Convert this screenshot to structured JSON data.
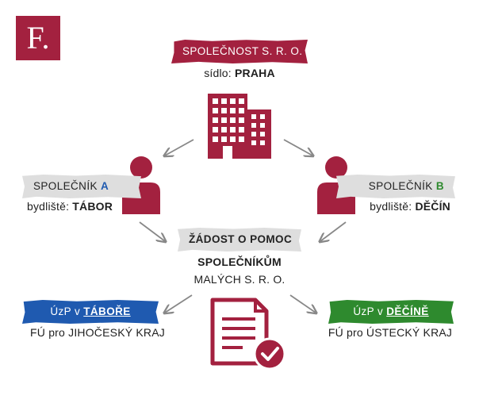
{
  "logo": {
    "text": "F."
  },
  "company": {
    "name": "SPOLEČNOST S. R. O.",
    "seat_label": "sídlo:",
    "seat_value": "PRAHA"
  },
  "partner_a": {
    "prefix": "SPOLEČNÍK",
    "letter": "A",
    "residence_label": "bydliště:",
    "residence_value": "TÁBOR"
  },
  "partner_b": {
    "prefix": "SPOLEČNÍK",
    "letter": "B",
    "residence_label": "bydliště:",
    "residence_value": "DĚČÍN"
  },
  "application": {
    "line1": "ŽÁDOST O POMOC",
    "line2": "SPOLEČNÍKŮM",
    "line3": "MALÝCH S. R. O."
  },
  "office_tabor": {
    "prefix": "ÚzP v",
    "place": "TÁBOŘE",
    "detail": "FÚ pro JIHOČESKÝ KRAJ"
  },
  "office_decin": {
    "prefix": "ÚzP v",
    "place": "DĚČÍNĚ",
    "detail": "FÚ pro ÚSTECKÝ KRAJ"
  },
  "colors": {
    "brand": "#a3213f",
    "blue": "#1f5ab0",
    "green": "#2e8a2e",
    "grey_band": "#dedede",
    "arrow": "#888888"
  },
  "icons": [
    "building-icon",
    "person-icon",
    "document-check-icon",
    "arrow-icon"
  ]
}
